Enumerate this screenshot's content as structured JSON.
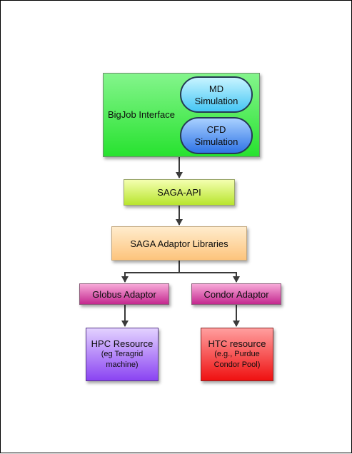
{
  "nodes": {
    "bigjob": {
      "label": "BigJob Interface"
    },
    "md": {
      "label": "MD\nSimulation"
    },
    "cfd": {
      "label": "CFD\nSimulation"
    },
    "saga_api": {
      "label": "SAGA-API"
    },
    "adaptor_libraries": {
      "label": "SAGA Adaptor Libraries"
    },
    "globus": {
      "label": "Globus Adaptor"
    },
    "condor": {
      "label": "Condor Adaptor"
    },
    "hpc": {
      "title": "HPC Resource",
      "detail": "(eg Teragrid\nmachine)"
    },
    "htc": {
      "title": "HTC resource",
      "detail": "(e.g., Purdue\nCondor Pool)"
    }
  },
  "edges": [
    {
      "from": "bigjob",
      "to": "saga_api"
    },
    {
      "from": "saga_api",
      "to": "adaptor_libraries"
    },
    {
      "from": "adaptor_libraries",
      "to": "globus"
    },
    {
      "from": "adaptor_libraries",
      "to": "condor"
    },
    {
      "from": "globus",
      "to": "hpc"
    },
    {
      "from": "condor",
      "to": "htc"
    }
  ],
  "colors": {
    "bigjob": "#3ee846",
    "md": "#45c6f4",
    "cfd": "#2f74e6",
    "saga_api": "#c9ef3c",
    "adaptor_libraries": "#fdc47c",
    "adaptor": "#d34aa1",
    "hpc": "#8a43f2",
    "htc": "#ef1010",
    "connector": "#3a3a3a"
  }
}
